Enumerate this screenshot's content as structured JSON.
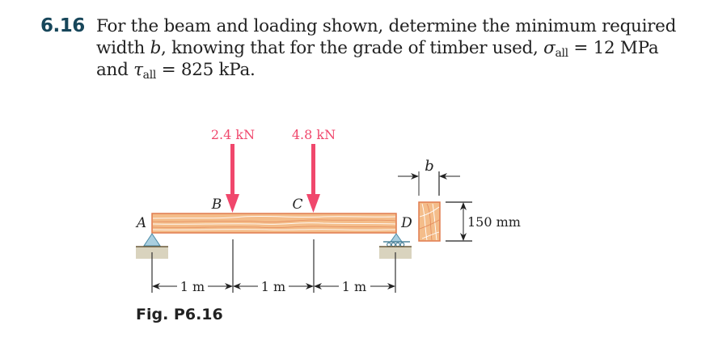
{
  "problem": {
    "number": "6.16",
    "line1": "For the beam and loading shown, determine the minimum required",
    "line2_pre": "width ",
    "line2_var": "b",
    "line2_mid": ", knowing that for the grade of timber used, ",
    "sigma_symbol": "σ",
    "sigma_sub": "all",
    "sigma_value": " = 12 MPa",
    "line3_pre": "and ",
    "tau_symbol": "τ",
    "tau_sub": "all",
    "tau_value": " = 825 kPa."
  },
  "figure": {
    "caption": "Fig. P6.16",
    "loads": [
      {
        "label": "2.4 kN",
        "point": "B"
      },
      {
        "label": "4.8 kN",
        "point": "C"
      }
    ],
    "points": {
      "A": "A",
      "B": "B",
      "C": "C",
      "D": "D"
    },
    "spans": [
      "1 m",
      "1 m",
      "1 m"
    ],
    "cross_section": {
      "width_label": "b",
      "height_label": "150 mm"
    },
    "colors": {
      "load_arrow": "#f0476c",
      "wood_fill": "#f4bd8a",
      "wood_edge": "#e07b4f",
      "support": "#a9cfe0",
      "ground": "#d9d3be",
      "heading_blue": "#17465a"
    }
  }
}
